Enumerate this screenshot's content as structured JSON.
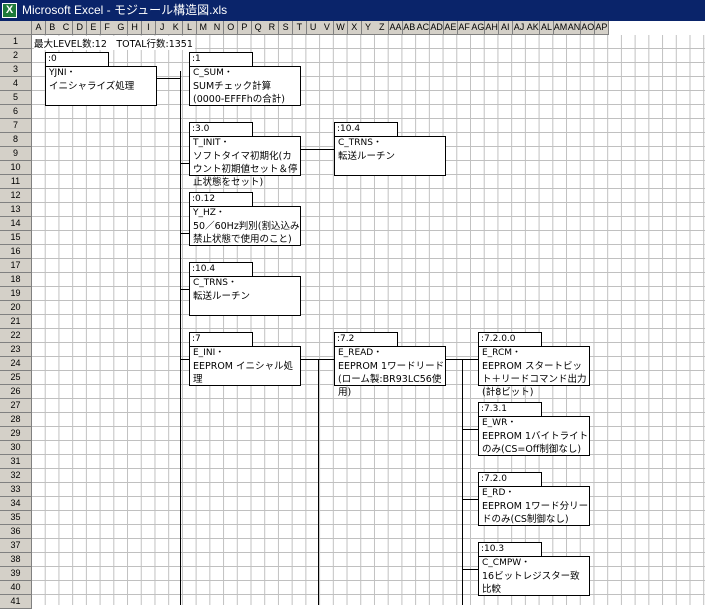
{
  "window": {
    "title": "Microsoft Excel - モジュール構造図.xls",
    "app_icon": "excel-icon"
  },
  "columns": [
    "A",
    "B",
    "C",
    "D",
    "E",
    "F",
    "G",
    "H",
    "I",
    "J",
    "K",
    "L",
    "M",
    "N",
    "O",
    "P",
    "Q",
    "R",
    "S",
    "T",
    "U",
    "V",
    "W",
    "X",
    "Y",
    "Z",
    "AA",
    "AB",
    "AC",
    "AD",
    "AE",
    "AF",
    "AG",
    "AH",
    "AI",
    "AJ",
    "AK",
    "AL",
    "AM",
    "AN",
    "AO",
    "AP"
  ],
  "rows": [
    "1",
    "2",
    "3",
    "4",
    "5",
    "6",
    "7",
    "8",
    "9",
    "10",
    "11",
    "12",
    "13",
    "14",
    "15",
    "16",
    "17",
    "18",
    "19",
    "20",
    "21",
    "22",
    "23",
    "24",
    "25",
    "26",
    "27",
    "28",
    "29",
    "30",
    "31",
    "32",
    "33",
    "34",
    "35",
    "36",
    "37",
    "38",
    "39",
    "40",
    "41"
  ],
  "summary": "最大LEVEL数:12　TOTAL行数:1351",
  "modules": {
    "m0": {
      "tab": ":0",
      "name": "YJNI・",
      "desc": "イニシャライズ処理"
    },
    "m1": {
      "tab": ":1",
      "name": "C_SUM・",
      "desc": "SUMチェック計算(0000-EFFFhの合計)"
    },
    "m30": {
      "tab": ":3.0",
      "name": "T_INIT・",
      "desc": "ソフトタイマ初期化(カウント初期値セット＆停止状態をセット)"
    },
    "m104a": {
      "tab": ":10.4",
      "name": "C_TRNS・",
      "desc": "転送ルーチン"
    },
    "m012": {
      "tab": ":0.12",
      "name": "Y_HZ・",
      "desc": "50／60Hz判別(割込込み禁止状態で使用のこと)"
    },
    "m104b": {
      "tab": ":10.4",
      "name": "C_TRNS・",
      "desc": "転送ルーチン"
    },
    "m7": {
      "tab": ":7",
      "name": "E_INI・",
      "desc": "EEPROM イニシャル処理"
    },
    "m72": {
      "tab": ":7.2",
      "name": "E_READ・",
      "desc": "EEPROM 1ワードリード(ローム製:BR93LC56使用)"
    },
    "m7200": {
      "tab": ":7.2.0.0",
      "name": "E_RCM・",
      "desc": "EEPROM スタートビット＋リードコマンド出力(計8ビット)"
    },
    "m731": {
      "tab": ":7.3.1",
      "name": "E_WR・",
      "desc": "EEPROM 1バイトライトのみ(CS=Off制御なし)"
    },
    "m720": {
      "tab": ":7.2.0",
      "name": "E_RD・",
      "desc": "EEPROM 1ワード分リードのみ(CS制御なし)"
    },
    "m103": {
      "tab": ":10.3",
      "name": "C_CMPW・",
      "desc": "16ビットレジスター致比較"
    }
  }
}
